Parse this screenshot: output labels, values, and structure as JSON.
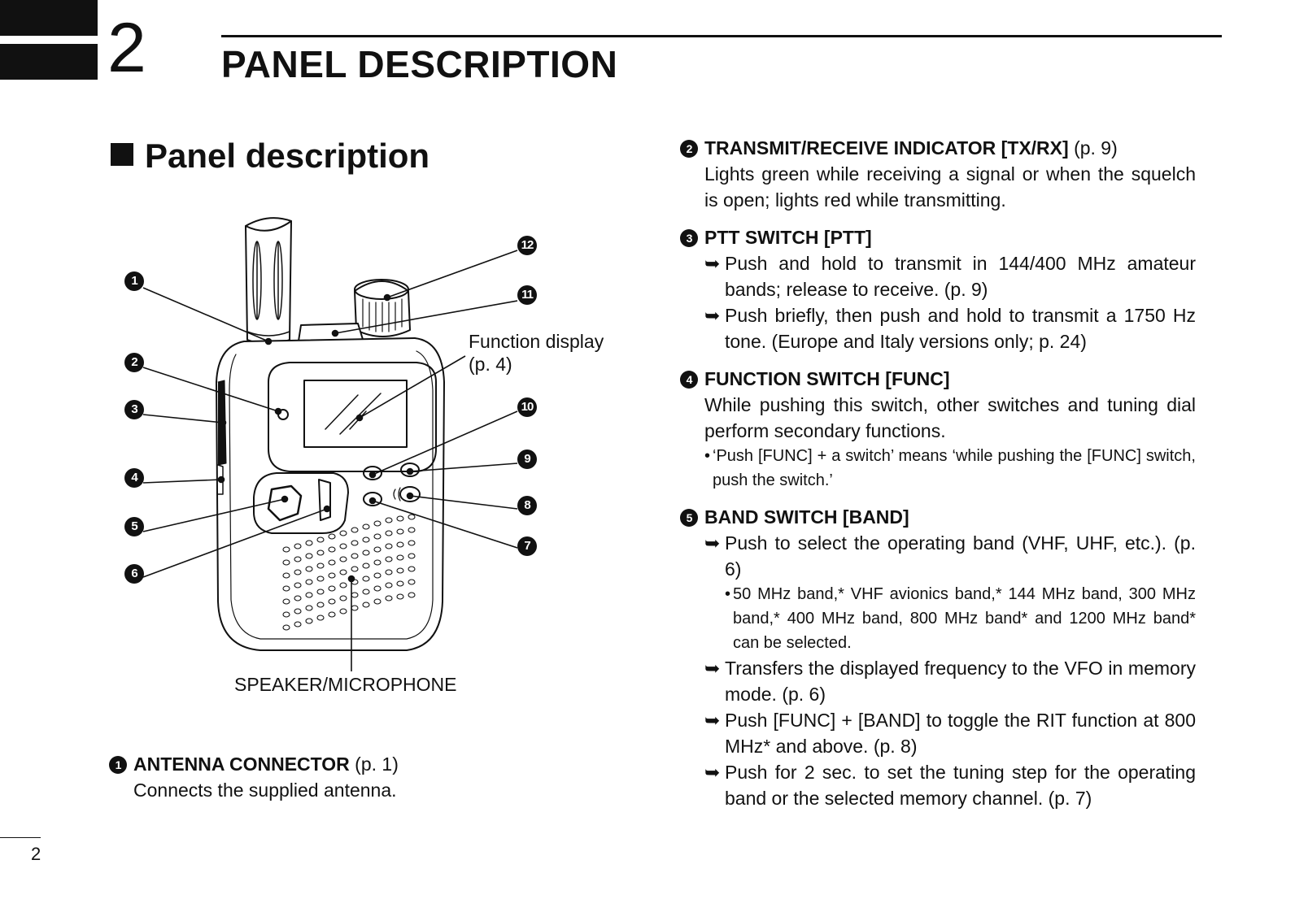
{
  "chapter": {
    "number": "2",
    "title": "PANEL DESCRIPTION"
  },
  "section_title": "Panel description",
  "diagram": {
    "labels": {
      "function_display": "Function display",
      "function_display_ref": "(p. 4)",
      "speaker": "SPEAKER/MICROPHONE"
    },
    "callouts": [
      "1",
      "2",
      "3",
      "4",
      "5",
      "6",
      "7",
      "8",
      "9",
      "10",
      "11",
      "12"
    ]
  },
  "items": {
    "antenna": {
      "num": "1",
      "head": "ANTENNA CONNECTOR",
      "ref": "(p. 1)",
      "desc": "Connects the supplied antenna."
    },
    "txrx": {
      "num": "2",
      "head": "TRANSMIT/RECEIVE INDICATOR [TX/RX]",
      "ref": "(p. 9)",
      "desc": "Lights green while receiving a signal or when the squelch is open; lights red while transmitting."
    },
    "ptt": {
      "num": "3",
      "head": "PTT SWITCH [PTT]",
      "bullets": [
        "Push and hold to transmit in 144/400 MHz amateur bands; release to receive. (p. 9)",
        "Push briefly, then push and hold to transmit a 1750 Hz tone. (Europe and Italy versions only; p. 24)"
      ]
    },
    "func": {
      "num": "4",
      "head": "FUNCTION SWITCH [FUNC]",
      "desc": "While pushing this switch, other switches and tuning dial perform secondary functions.",
      "note": "‘Push [FUNC] + a switch’ means ‘while pushing the [FUNC] switch, push the switch.’"
    },
    "band": {
      "num": "5",
      "head": "BAND SWITCH [BAND]",
      "bullet1": "Push to select the operating band (VHF, UHF, etc.). (p. 6)",
      "note": "50 MHz band,* VHF avionics band,* 144 MHz band, 300 MHz band,* 400 MHz band, 800 MHz band* and 1200 MHz band* can be selected.",
      "bullet2": "Transfers the displayed frequency to the VFO in memory mode. (p. 6)",
      "bullet3": "Push [FUNC] + [BAND] to toggle the RIT function at 800 MHz* and above. (p. 8)",
      "bullet4": "Push for 2 sec. to set the tuning step for the operating band or the selected memory channel. (p. 7)"
    }
  },
  "page_number": "2"
}
